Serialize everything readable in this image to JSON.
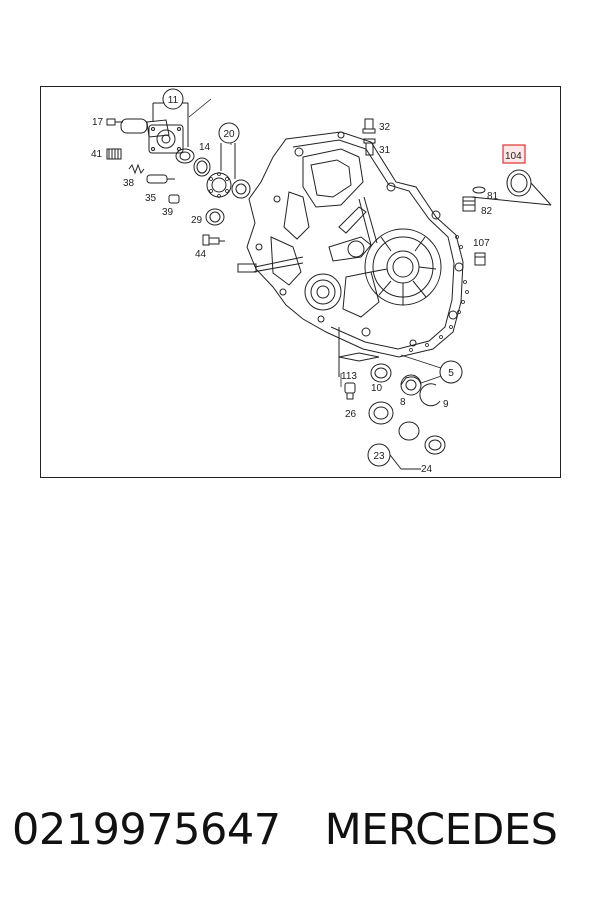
{
  "diagram": {
    "callouts": {
      "c17": "17",
      "c41": "41",
      "c38": "38",
      "c35": "35",
      "c39": "39",
      "c14": "14",
      "c29": "29",
      "c44": "44",
      "c32": "32",
      "c31": "31",
      "c104": "104",
      "c81": "81",
      "c82": "82",
      "c107": "107",
      "c113": "113",
      "c10": "10",
      "c26": "26",
      "c8": "8",
      "c9": "9",
      "c24": "24"
    },
    "circled": {
      "g11": "11",
      "g20": "20",
      "g5": "5",
      "g23": "23"
    },
    "highlight_color": "#e03030"
  },
  "caption": {
    "part_number": "0219975647",
    "brand": "MERCEDES"
  }
}
